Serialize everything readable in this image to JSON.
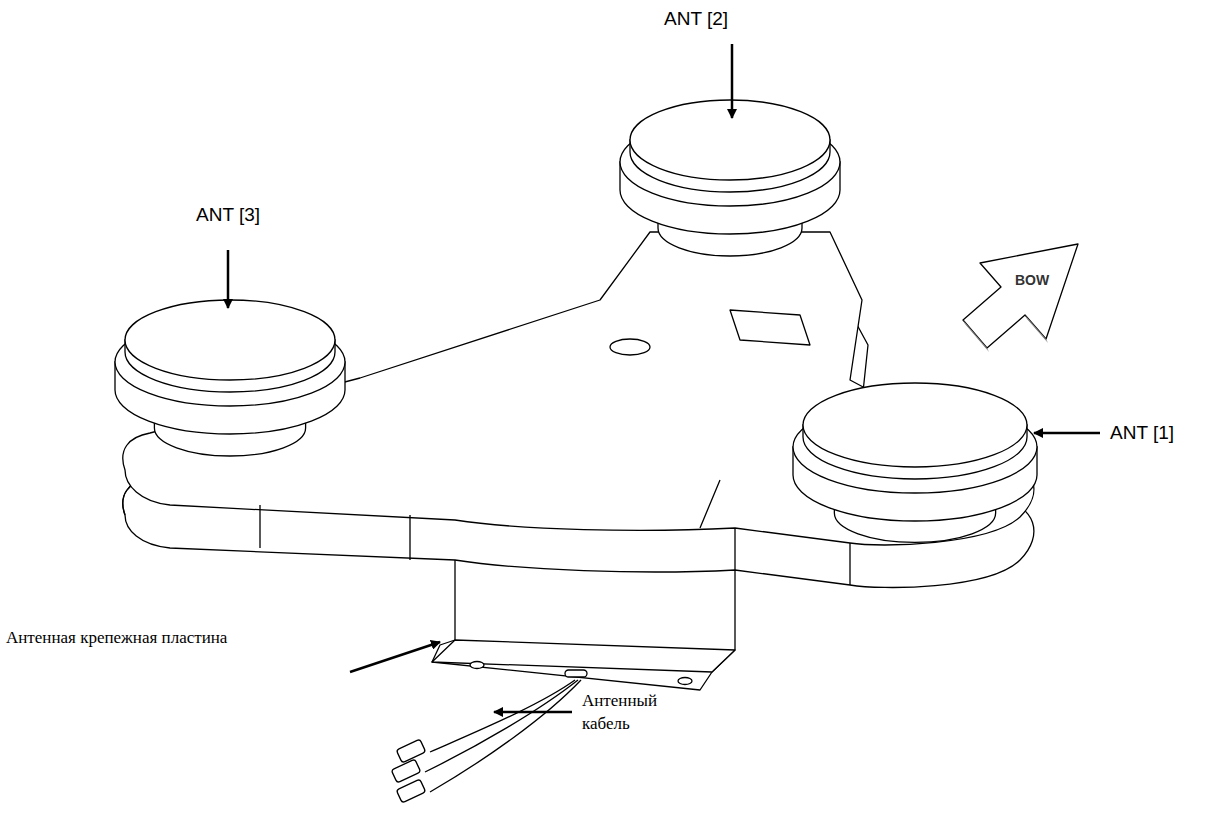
{
  "diagram": {
    "nodes": [
      {
        "text": [
          "BOW"
        ]
      }
    ],
    "labels": [
      "ANT [2]",
      "ANT [3]",
      "ANT [1]",
      "Антенная крепежная пластина",
      "Антенный кабель"
    ]
  }
}
